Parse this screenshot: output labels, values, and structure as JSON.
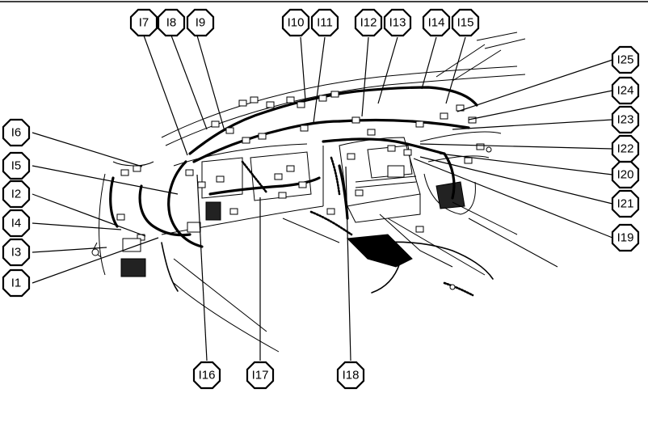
{
  "labels": [
    {
      "id": "I1",
      "text": "I1"
    },
    {
      "id": "I2",
      "text": "I2"
    },
    {
      "id": "I3",
      "text": "I3"
    },
    {
      "id": "I4",
      "text": "I4"
    },
    {
      "id": "I5",
      "text": "I5"
    },
    {
      "id": "I6",
      "text": "I6"
    },
    {
      "id": "I7",
      "text": "I7"
    },
    {
      "id": "I8",
      "text": "I8"
    },
    {
      "id": "I9",
      "text": "I9"
    },
    {
      "id": "I10",
      "text": "I10"
    },
    {
      "id": "I11",
      "text": "I11"
    },
    {
      "id": "I12",
      "text": "I12"
    },
    {
      "id": "I13",
      "text": "I13"
    },
    {
      "id": "I14",
      "text": "I14"
    },
    {
      "id": "I15",
      "text": "I15"
    },
    {
      "id": "I16",
      "text": "I16"
    },
    {
      "id": "I17",
      "text": "I17"
    },
    {
      "id": "I18",
      "text": "I18"
    },
    {
      "id": "I19",
      "text": "I19"
    },
    {
      "id": "I20",
      "text": "I20"
    },
    {
      "id": "I21",
      "text": "I21"
    },
    {
      "id": "I22",
      "text": "I22"
    },
    {
      "id": "I23",
      "text": "I23"
    },
    {
      "id": "I24",
      "text": "I24"
    },
    {
      "id": "I25",
      "text": "I25"
    }
  ]
}
